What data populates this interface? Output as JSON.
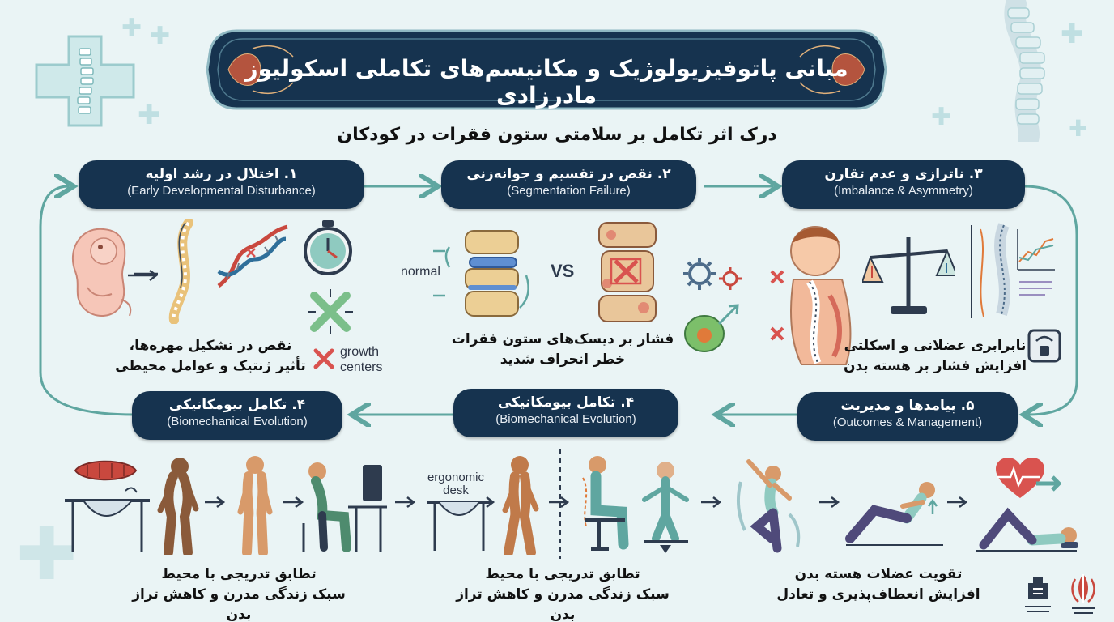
{
  "title": "مبانی پاتوفیزیولوژیک و مکانیسم‌های تکاملی اسکولیوز مادرزادی",
  "subtitle": "درک اثر تکامل بر سلامتی ستون فقرات در کودکان",
  "stages": [
    {
      "fa": "۱. اختلال در رشد اولیه",
      "en": "(Early Developmental Disturbance)",
      "caption1": "نقص در تشکیل مهره‌ها،",
      "caption2": "تأثیر ژنتیک و عوامل محیطی"
    },
    {
      "fa": "۲. نقص در تقسیم و جوانه‌زنی",
      "en": "(Segmentation Failure)",
      "caption1": "فشار بر دیسک‌های ستون فقرات",
      "caption2": "خطر انحراف شدید"
    },
    {
      "fa": "۳. ناترازی و عدم تقارن",
      "en": "(Imbalance & Asymmetry)",
      "caption1": "نابرابری عضلانی و اسکلتی",
      "caption2": "افزایش فشار بر هسته بدن"
    },
    {
      "fa": "۴. تکامل بیومکانیکی",
      "en": "(Biomechanical Evolution)",
      "caption1": "تطابق تدریجی با محیط",
      "caption2": "سبک زندگی مدرن و کاهش تراز بدن"
    },
    {
      "fa": "۴. تکامل بیومکانیکی",
      "en": "(Biomechanical Evolution)",
      "caption1": "تطابق تدریجی با محیط",
      "caption2": "سبک زندگی مدرن و کاهش تراز بدن"
    },
    {
      "fa": "۵. پیامدها و مدیریت",
      "en": "(Outcomes & Management)",
      "caption1": "تقویت عضلات هسته بدن",
      "caption2": "افزایش انعطاف‌پذیری و تعادل"
    }
  ],
  "labels": {
    "growth_centers_1": "growth",
    "growth_centers_2": "centers",
    "normal": "normal",
    "vs": "VS",
    "ergonomic_1": "ergonomic",
    "ergonomic_2": "desk"
  },
  "colors": {
    "navy": "#16334f",
    "teal": "#5fa6a0",
    "red": "#d9534f",
    "background": "#eaf4f5"
  }
}
